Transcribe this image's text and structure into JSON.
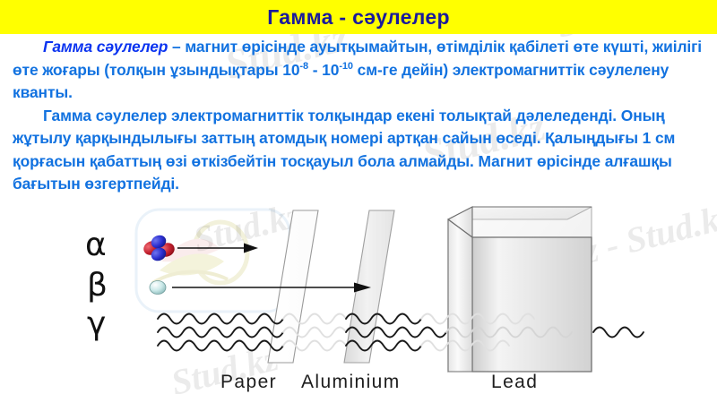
{
  "slide": {
    "title": "Гамма - сәулелер",
    "title_bg": "#ffff00",
    "title_color": "#1a1a9c",
    "body_color": "#1272e0",
    "accent_color": "#0a33f0",
    "background": "#ffffff"
  },
  "paragraphs": {
    "p1": {
      "lead_term": "Гамма сәулелер",
      "dash": " – ",
      "part_a": "магнит өрісінде ауытқымайтын, өтімділік қабілеті өте күшті, жиілігі өте жоғары (толқын ұзындықтары 10",
      "exp1": "-8",
      "mid": " - 10",
      "exp2": "-10",
      "part_b": " см-ге дейін) электромагниттік сәулелену кванты."
    },
    "p2": {
      "text": "Гамма сәулелер электромагниттік толқындар екені толықтай дәлеледенді. Оның жұтылу қарқындылығы заттың атомдық номері артқан сайын өседі. Қалыңдығы 1 см қорғасын қабаттың өзі өткізбейтін тосқауыл бола алмайды. Магнит өрісінде алғашқы бағытын өзгертпейді."
    }
  },
  "watermarks": {
    "text": "Stud.kz",
    "text_alt": "Stud.kz - Stud.kz",
    "color": "#000000",
    "opacity": "0.075"
  },
  "diagram": {
    "ray_labels": {
      "alpha": "α",
      "beta": "β",
      "gamma": "γ"
    },
    "barrier_labels": {
      "paper": "Paper",
      "aluminium": "Aluminium",
      "lead": "Lead"
    },
    "label_color": "#1d1d1d",
    "particles": {
      "alpha_name": "alpha-particle-cluster",
      "alpha_colors": [
        "#c3202e",
        "#2b2fd0",
        "#d1404c",
        "#3b45d8"
      ],
      "beta_name": "beta-particle",
      "beta_color": "#bfe4e4",
      "gamma_name": "gamma-wave"
    },
    "stroke_color": "#8c8c8c",
    "wave_color": "#1a1a1a",
    "wave_color_faded": "#e2e2e2"
  }
}
